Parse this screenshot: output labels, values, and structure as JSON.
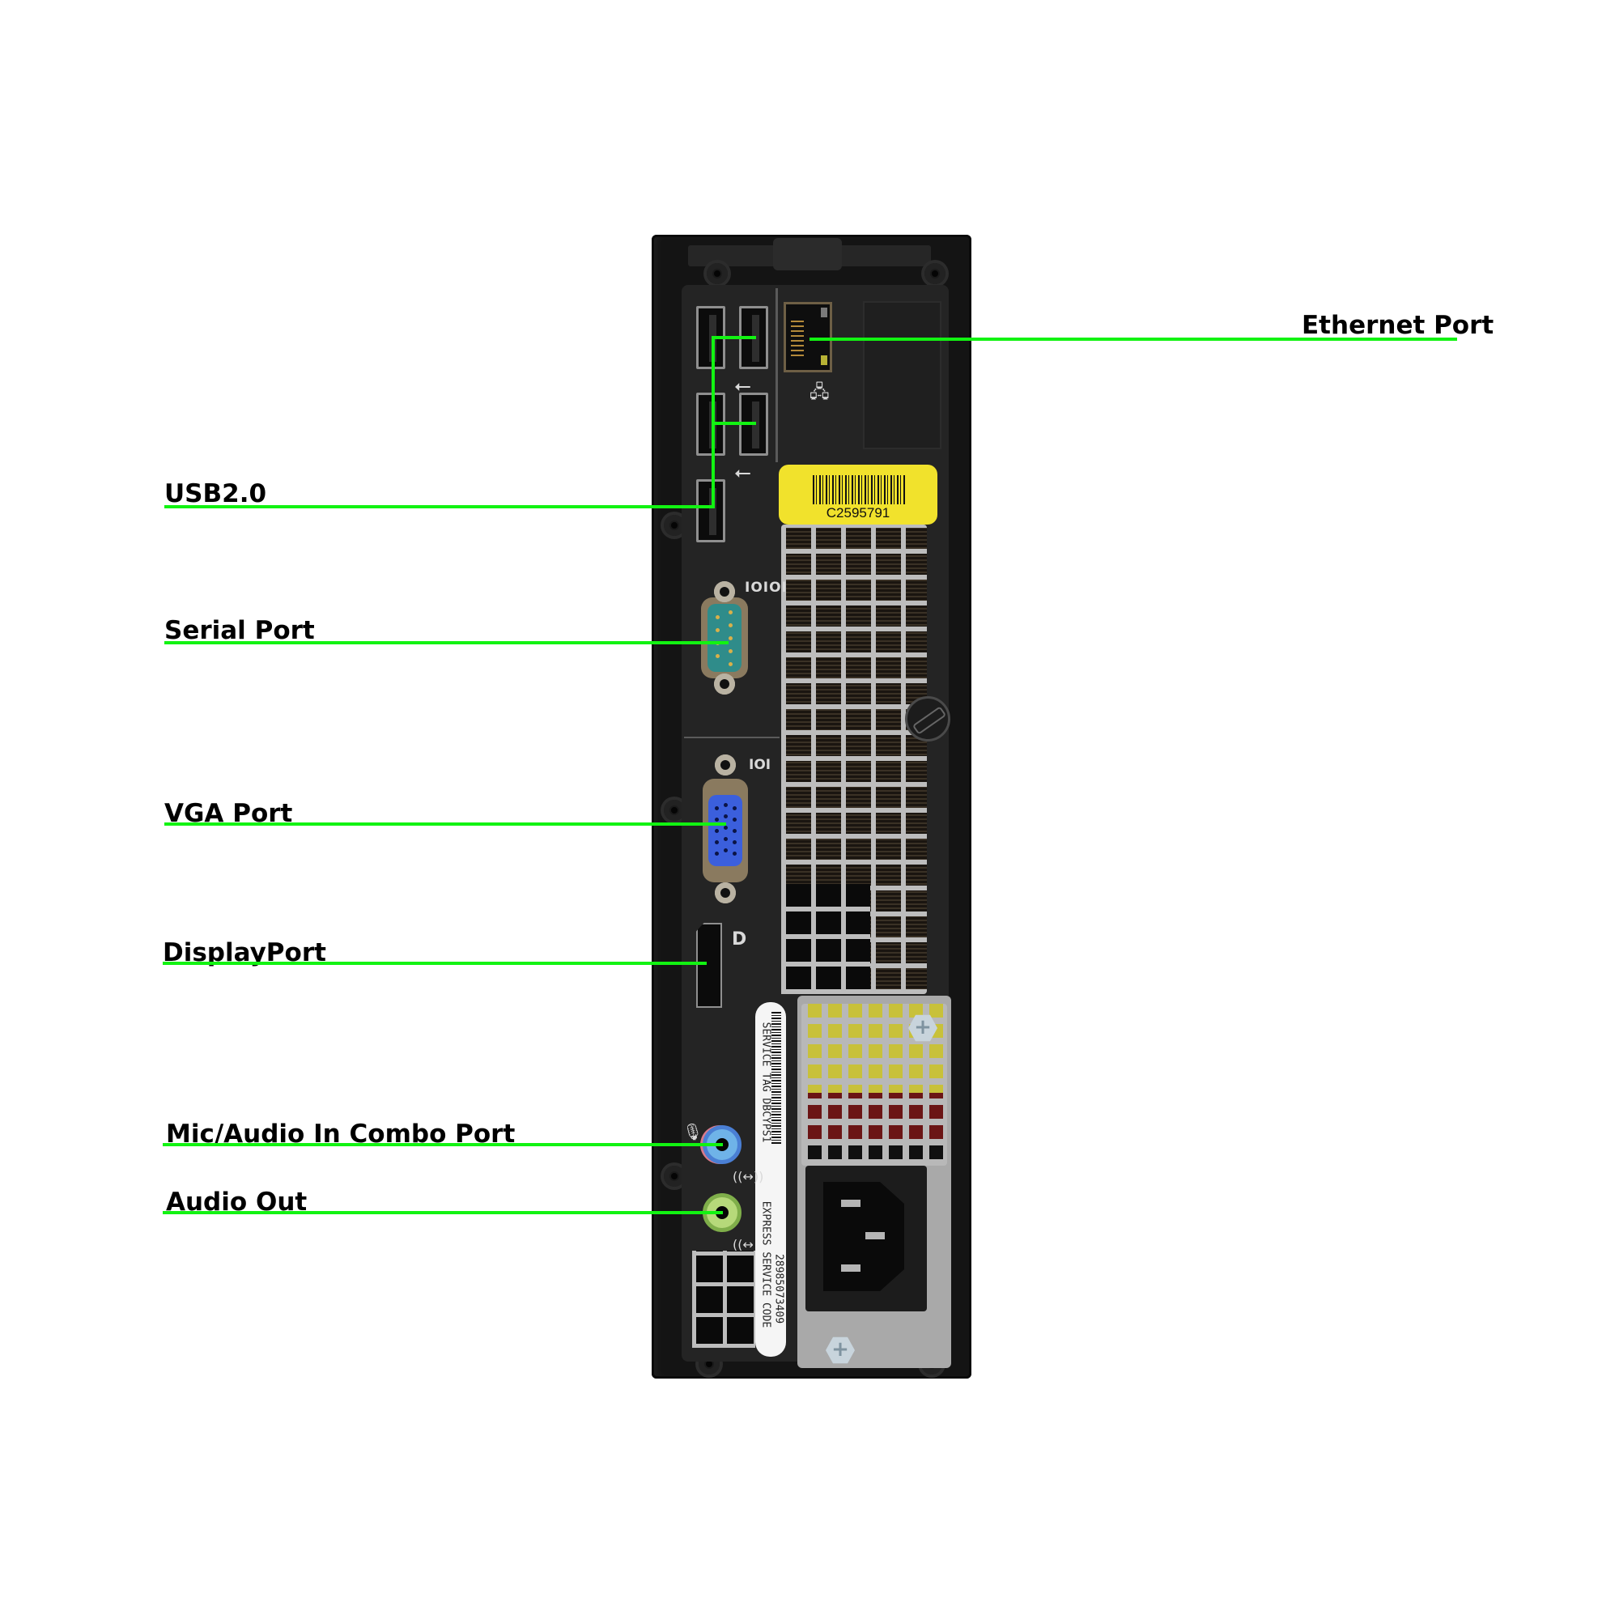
{
  "image": {
    "subject": "Desktop PC rear I/O panel (small form factor)"
  },
  "callouts": [
    {
      "id": "ethernet",
      "label": "Ethernet Port",
      "side": "right"
    },
    {
      "id": "usb",
      "label": "USB2.0",
      "side": "left",
      "count": 5
    },
    {
      "id": "serial",
      "label": "Serial Port",
      "side": "left"
    },
    {
      "id": "vga",
      "label": "VGA Port",
      "side": "left"
    },
    {
      "id": "displayport",
      "label": "DisplayPort",
      "side": "left"
    },
    {
      "id": "mic",
      "label": "Mic/Audio In Combo Port",
      "side": "left"
    },
    {
      "id": "audio_out",
      "label": "Audio Out",
      "side": "left"
    }
  ],
  "stickers": {
    "asset_label": "C2595791",
    "service_tag_line": "SERVICE  TAG  DBCYPS1",
    "express_code_line": "EXPRESS  SERVICE  CODE",
    "express_code_value": "28985073409"
  },
  "port_icons": {
    "usb": "usb-icon",
    "ethernet": "network-icon",
    "serial": "IOIOI",
    "vga": "IOI",
    "displayport": "D",
    "mic": "microphone-icon",
    "audio_in": "audio-in-icon",
    "audio_out": "headphone-icon"
  },
  "colors": {
    "callout_line": "#12f312",
    "serial_connector": "#2f8c8a",
    "vga_connector": "#3b5fdc",
    "mic_jack": "#6fb3e8",
    "audio_out_jack": "#b6d97a",
    "asset_label": "#f1e22c"
  }
}
